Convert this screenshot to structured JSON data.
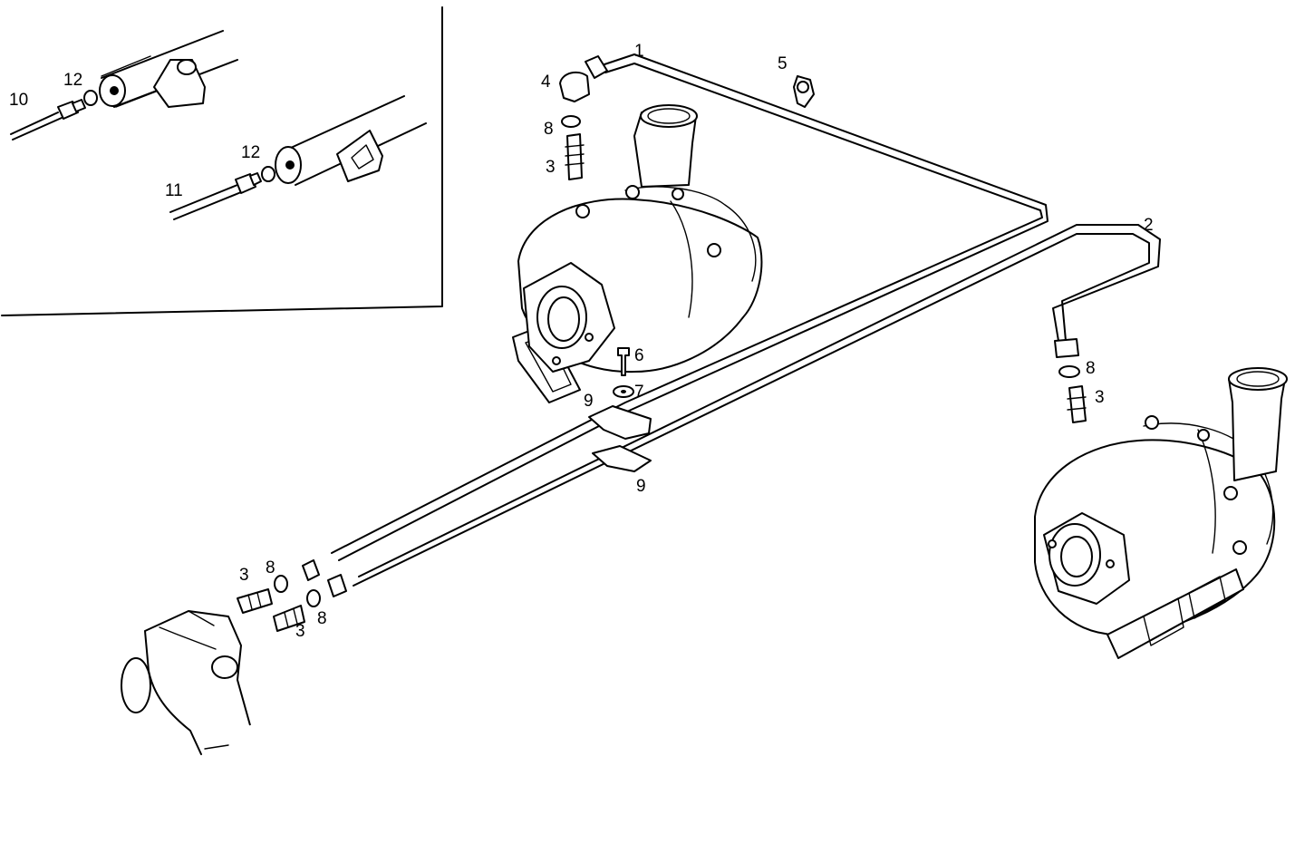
{
  "diagram": {
    "callouts": {
      "c1": "1",
      "c2": "2",
      "c3a": "3",
      "c3b": "3",
      "c3c": "3",
      "c3d": "3",
      "c4": "4",
      "c5": "5",
      "c6": "6",
      "c7": "7",
      "c8a": "8",
      "c8b": "8",
      "c8c": "8",
      "c8d": "8",
      "c9a": "9",
      "c9b": "9",
      "c10": "10",
      "c11": "11",
      "c12a": "12",
      "c12b": "12"
    }
  }
}
